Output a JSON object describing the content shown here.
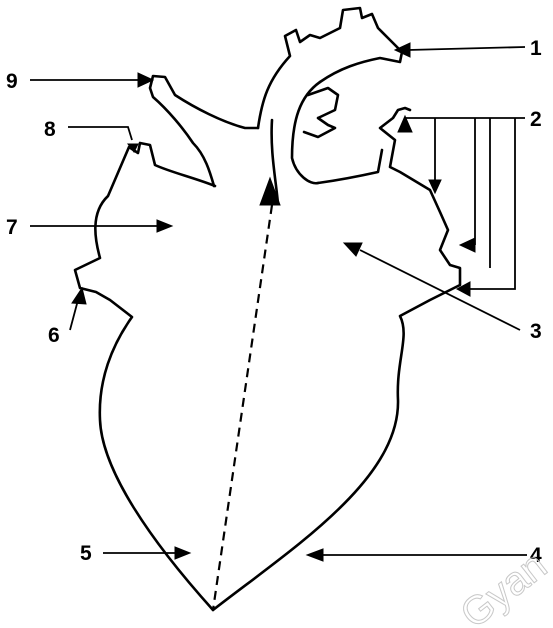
{
  "labels": {
    "l1": "1",
    "l2": "2",
    "l3": "3",
    "l4": "4",
    "l5": "5",
    "l6": "6",
    "l7": "7",
    "l8": "8",
    "l9": "9"
  },
  "watermark": "Gyan",
  "colors": {
    "stroke": "#000000",
    "background": "#ffffff",
    "watermark": "#c8c8c8"
  }
}
